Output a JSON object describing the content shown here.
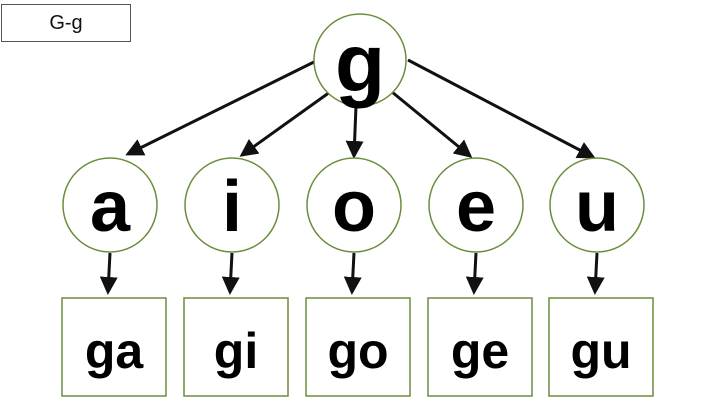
{
  "title": "G-g",
  "root": {
    "letter": "g"
  },
  "vowels": [
    "a",
    "i",
    "o",
    "e",
    "u"
  ],
  "syllables": [
    "ga",
    "gi",
    "go",
    "ge",
    "gu"
  ],
  "colors": {
    "node_border": "#6b8e3d",
    "arrow": "#111111",
    "text": "#000000"
  }
}
